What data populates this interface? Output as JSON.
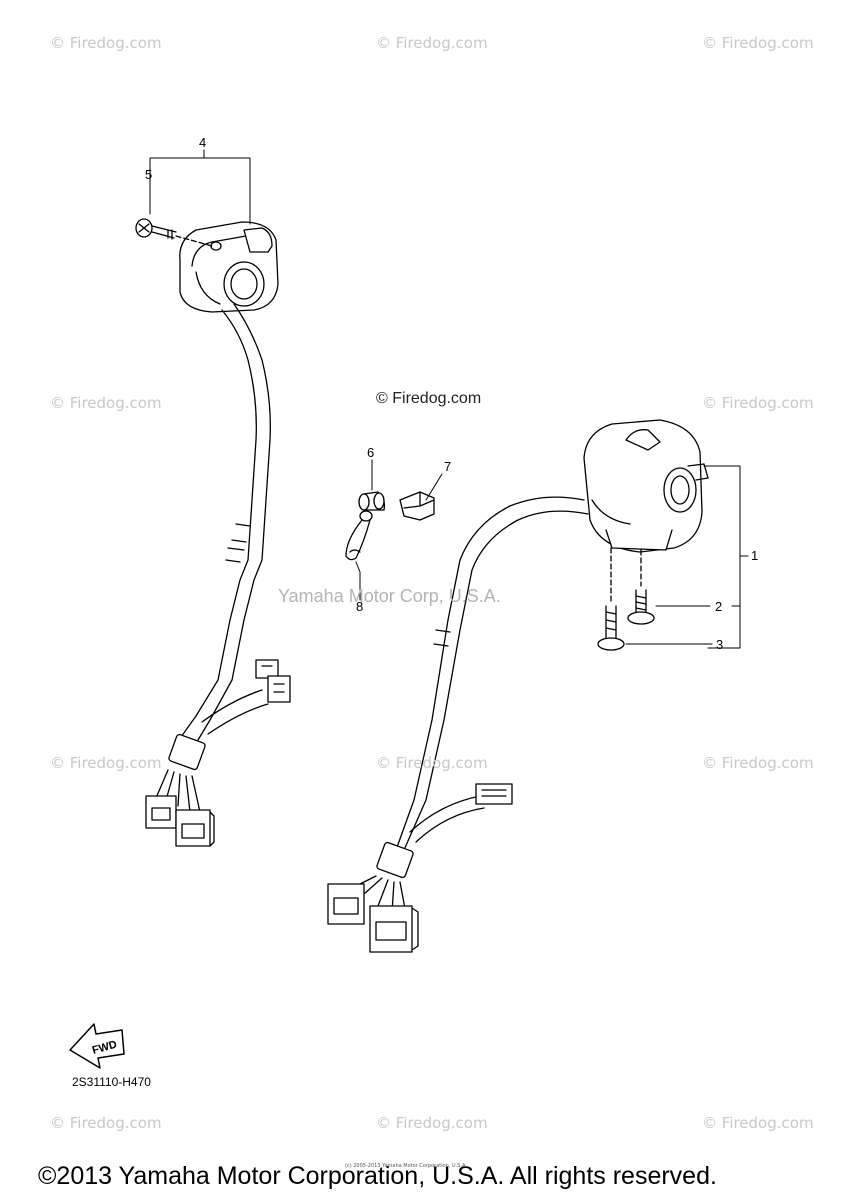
{
  "watermark": "© Firedog.com",
  "center_watermark": "Yamaha Motor Corp, U.S.A.",
  "callouts": [
    "1",
    "2",
    "3",
    "4",
    "5",
    "6",
    "7",
    "8"
  ],
  "fwd_label": "FWD",
  "diagram_code": "2S31110-H470",
  "fine_print": "(c) 2005-2013 Yamaha Motor Corporation, U.S.A.",
  "footer": "©2013 Yamaha Motor Corporation, U.S.A. All rights reserved."
}
